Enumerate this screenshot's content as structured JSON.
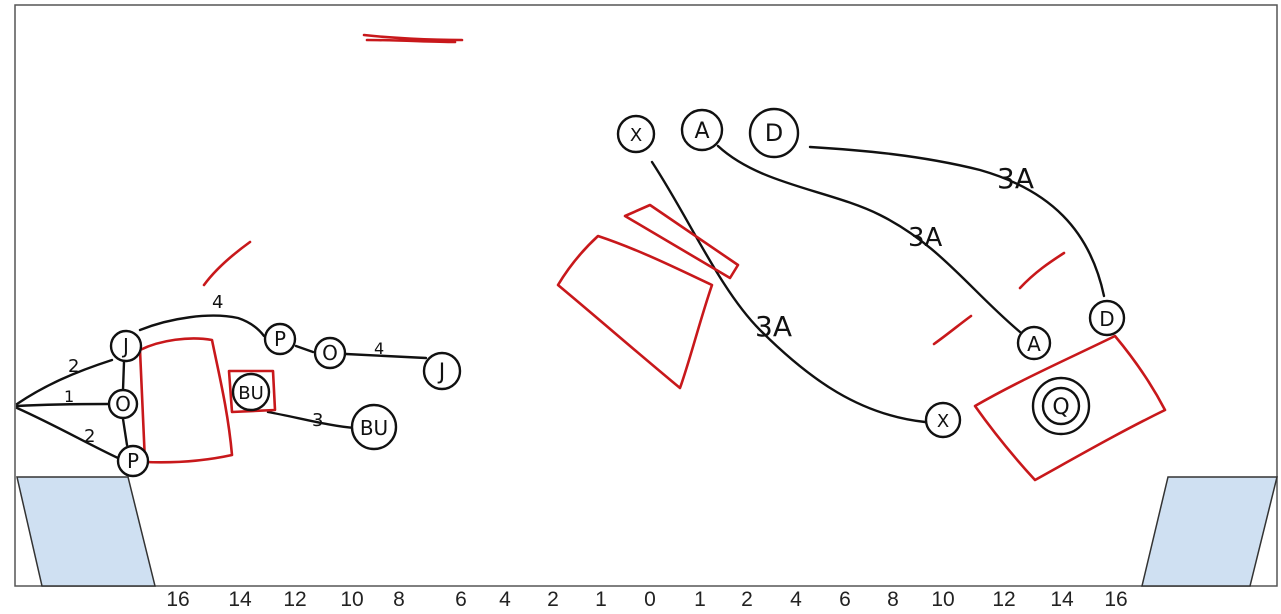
{
  "colors": {
    "frame": "#555555",
    "ink": "#111111",
    "marker_red": "#c8181b",
    "panel_fill": "#cfe0f2",
    "panel_stroke": "#333333"
  },
  "scale_labels": [
    "16",
    "14",
    "12",
    "10",
    "8",
    "6",
    "4",
    "2",
    "1",
    "0",
    "1",
    "2",
    "4",
    "6",
    "8",
    "10",
    "12",
    "14",
    "16"
  ],
  "left_graph": {
    "nodes": [
      "J",
      "O",
      "P",
      "BU",
      "P",
      "O",
      "J",
      "BU"
    ],
    "edge_labels": [
      "2",
      "1",
      "2",
      "4",
      "4",
      "3"
    ]
  },
  "right_graph": {
    "nodes": [
      "X",
      "A",
      "D",
      "A",
      "D",
      "X",
      "Q"
    ],
    "edge_labels": [
      "3A",
      "3A",
      "3A"
    ]
  }
}
